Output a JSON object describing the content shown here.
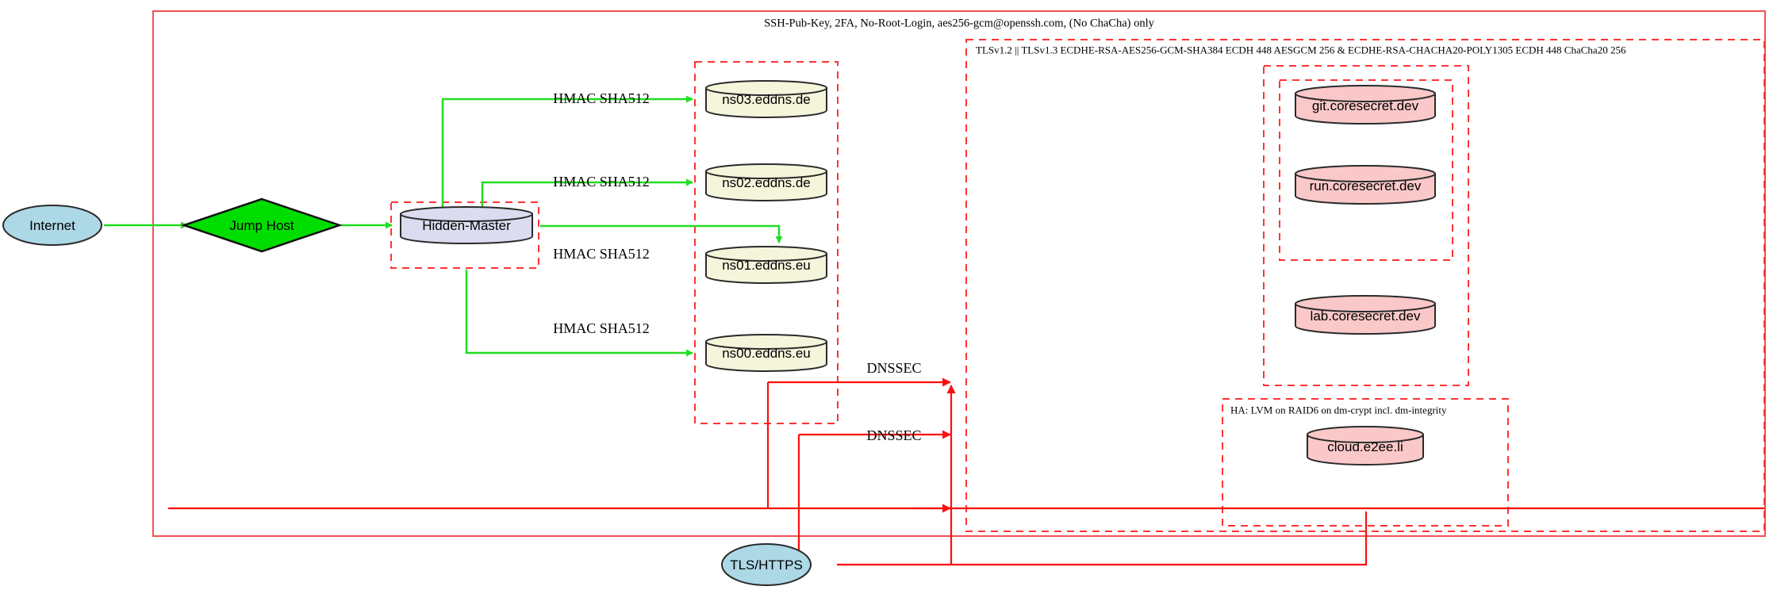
{
  "diagram": {
    "title": "Hidden-Master DNS and services infrastructure diagram",
    "outer_container_label": "SSH-Pub-Key, 2FA, No-Root-Login, aes256-gcm@openssh.com, (No ChaCha) only",
    "tls_container_label": "TLSv1.2 || TLSv1.3 ECDHE-RSA-AES256-GCM-SHA384 ECDH 448 AESGCM 256 & ECDHE-RSA-CHACHA20-POLY1305 ECDH 448 ChaCha20 256",
    "ha_container_label": "HA: LVM on RAID6 on dm-crypt incl. dm-integrity"
  },
  "nodes": {
    "internet": {
      "label": "Internet",
      "shape": "ellipse",
      "fill": "#add8e6"
    },
    "jump_host": {
      "label": "Jump Host",
      "shape": "diamond",
      "fill": "#00dd00"
    },
    "hidden_master": {
      "label": "Hidden-Master",
      "shape": "cylinder",
      "fill": "#dcdcf0"
    },
    "ns03": {
      "label": "ns03.eddns.de",
      "shape": "cylinder",
      "fill": "#f5f5dc"
    },
    "ns02": {
      "label": "ns02.eddns.de",
      "shape": "cylinder",
      "fill": "#f5f5dc"
    },
    "ns01": {
      "label": "ns01.eddns.eu",
      "shape": "cylinder",
      "fill": "#f5f5dc"
    },
    "ns00": {
      "label": "ns00.eddns.eu",
      "shape": "cylinder",
      "fill": "#f5f5dc"
    },
    "git": {
      "label": "git.coresecret.dev",
      "shape": "cylinder",
      "fill": "#fac8c8"
    },
    "run": {
      "label": "run.coresecret.dev",
      "shape": "cylinder",
      "fill": "#fac8c8"
    },
    "lab": {
      "label": "lab.coresecret.dev",
      "shape": "cylinder",
      "fill": "#fac8c8"
    },
    "cloud": {
      "label": "cloud.e2ee.li",
      "shape": "cylinder",
      "fill": "#fac8c8"
    },
    "tls_https": {
      "label": "TLS/HTTPS",
      "shape": "ellipse",
      "fill": "#add8e6"
    }
  },
  "edge_labels": {
    "hmac_ns03": "HMAC SHA512",
    "hmac_ns02": "HMAC SHA512",
    "hmac_ns01": "HMAC SHA512",
    "hmac_ns00": "HMAC SHA512",
    "dnssec_upper": "DNSSEC",
    "dnssec_lower": "DNSSEC"
  },
  "colors": {
    "edge_green": "#22dd22",
    "edge_red": "#ff0d0d",
    "cluster_border": "#ff3333",
    "outer_border": "#f05055",
    "ellipse_fill": "#add8e6",
    "diamond_fill": "#00dd00",
    "master_fill": "#dcdcf0",
    "ns_fill": "#f5f5dc",
    "service_fill": "#fac8c8"
  }
}
